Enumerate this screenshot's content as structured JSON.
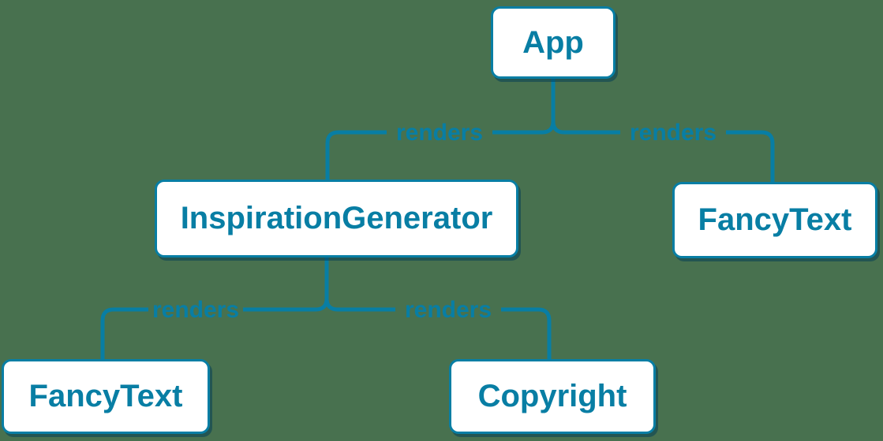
{
  "colors": {
    "background": "#48714F",
    "accent": "#087EA4",
    "node_fill": "#FFFFFF",
    "shadow": "rgba(6, 62, 85, 0.55)"
  },
  "diagram": {
    "type": "component-tree",
    "nodes": [
      {
        "id": "app",
        "label": "App"
      },
      {
        "id": "inspiration-generator",
        "label": "InspirationGenerator"
      },
      {
        "id": "fancy-text-top",
        "label": "FancyText"
      },
      {
        "id": "fancy-text-bottom",
        "label": "FancyText"
      },
      {
        "id": "copyright",
        "label": "Copyright"
      }
    ],
    "edges": [
      {
        "from": "App",
        "to": "InspirationGenerator",
        "label": "renders"
      },
      {
        "from": "App",
        "to": "FancyText",
        "label": "renders"
      },
      {
        "from": "InspirationGenerator",
        "to": "FancyText",
        "label": "renders"
      },
      {
        "from": "InspirationGenerator",
        "to": "Copyright",
        "label": "renders"
      }
    ]
  }
}
